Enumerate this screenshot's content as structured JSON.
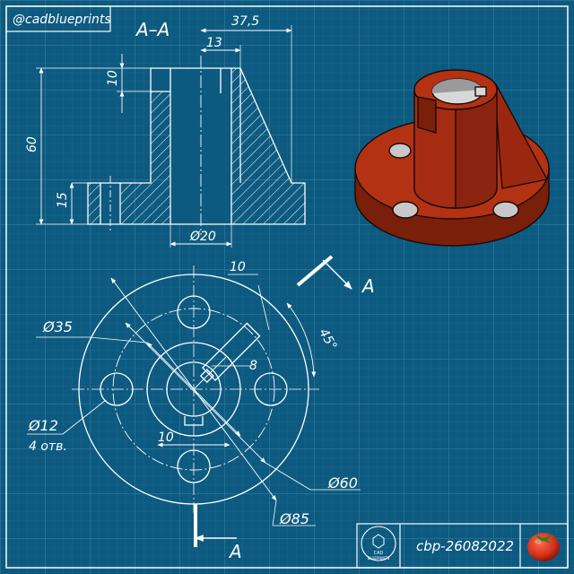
{
  "handle": "@cadblueprints",
  "section_label": "A–A",
  "section": {
    "dim_overall_width": "37,5",
    "dim_top_width": "13",
    "dim_top_height": "10",
    "dim_total_height": "60",
    "dim_flange_height": "15",
    "dim_bore": "Ø20"
  },
  "plan": {
    "dim_slot_length": "10",
    "dim_slot_width": "8",
    "dim_keyway": "10",
    "dim_hub": "Ø35",
    "dim_bolt_circle": "Ø60",
    "dim_outer": "Ø85",
    "dim_holes": "Ø12",
    "dim_holes_count": "4 отв.",
    "angle": "45°",
    "cut_label_top": "A",
    "cut_label_bottom": "A"
  },
  "title_block": {
    "logo_line1": "CAD",
    "logo_line2": "BLUEPRINTS",
    "drawing_code": "cbp-26082022"
  },
  "colors": {
    "background": "#0d5a80",
    "grid_fine": "#2a6f92",
    "grid_major": "#3f86a8",
    "line": "#ffffff",
    "part_red": "#b33214",
    "part_dark": "#7a1f0a"
  },
  "icons": [
    "cad-logo-icon",
    "tomato-icon"
  ]
}
